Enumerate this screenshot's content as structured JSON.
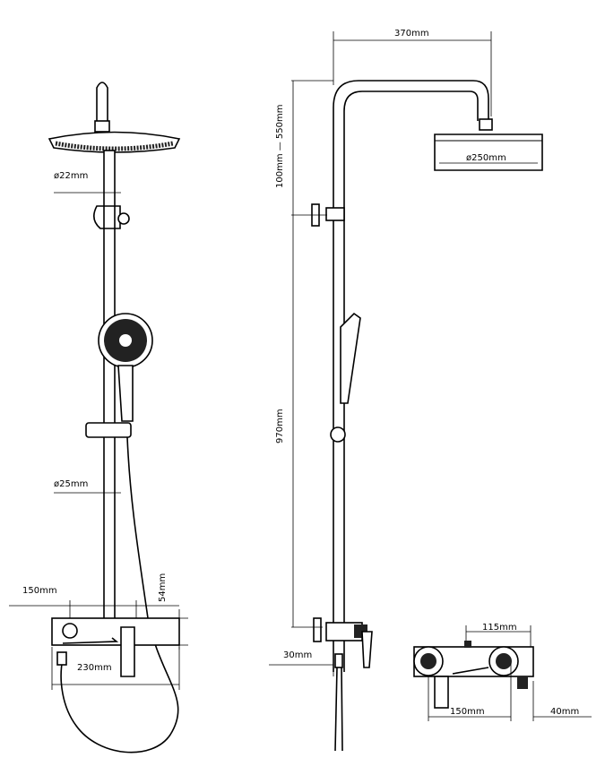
{
  "diagram": {
    "left_view": {
      "rail_arm_diameter": "ø22mm",
      "rail_diameter": "ø25mm",
      "valve_spacing": "150mm",
      "mixer_height": "54mm",
      "mixer_length": "230mm"
    },
    "side_view": {
      "arm_reach": "370mm",
      "height_adjust": "100mm  —  550mm",
      "head_diameter": "ø250mm",
      "rail_height": "970mm",
      "wall_offset": "30mm"
    },
    "mixer_view": {
      "top_offset": "115mm",
      "valve_spacing": "150mm",
      "spout_offset": "40mm"
    }
  }
}
